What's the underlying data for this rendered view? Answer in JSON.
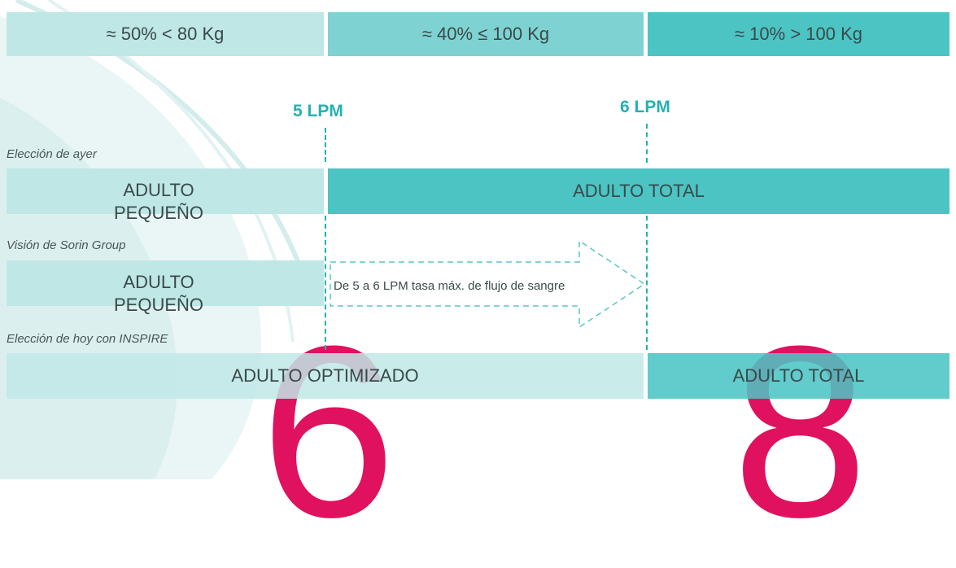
{
  "top_bands": [
    {
      "text": "≈ 50% < 80 Kg"
    },
    {
      "text": "≈ 40% ≤ 100 Kg"
    },
    {
      "text": "≈ 10% > 100 Kg"
    }
  ],
  "markers": {
    "left": "5 LPM",
    "right": "6 LPM"
  },
  "rows": {
    "yesterday": {
      "label": "Elección de ayer",
      "small": "ADULTO PEQUEÑO",
      "total": "ADULTO TOTAL"
    },
    "sorin": {
      "label": "Visión de Sorin Group",
      "small": "ADULTO PEQUEÑO",
      "arrow_text": "De 5 a 6 LPM tasa máx. de flujo de sangre"
    },
    "today": {
      "label": "Elección de hoy con INSPIRE",
      "optimized": "ADULTO OPTIMIZADO",
      "total": "ADULTO TOTAL"
    }
  },
  "big_numbers": {
    "left": "6",
    "right": "8"
  },
  "colors": {
    "light": "#bfe7e6",
    "mid": "#7fd2d2",
    "dark": "#4cc4c4",
    "accent": "#25b0b0",
    "big_number": "#e0115f"
  }
}
